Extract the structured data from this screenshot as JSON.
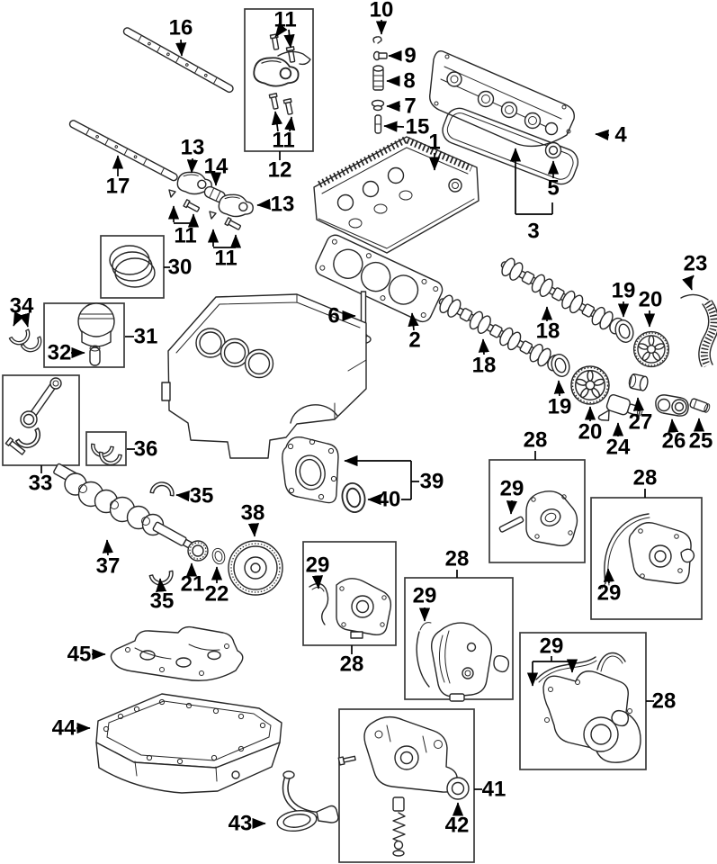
{
  "diagram": {
    "background": "#ffffff",
    "line_color": "#262626",
    "label_color": "#000000",
    "type": "exploded-parts-diagram"
  },
  "callouts": {
    "n16": "16",
    "n10": "10",
    "n11a": "11",
    "n9": "9",
    "n8": "8",
    "n7": "7",
    "n15": "15",
    "n17": "17",
    "n13a": "13",
    "n14": "14",
    "n11b": "11",
    "n12": "12",
    "n13b": "13",
    "n1": "1",
    "n4": "4",
    "n5": "5",
    "n3": "3",
    "n11c": "11",
    "n11d": "11",
    "n30": "30",
    "n23": "23",
    "n34": "34",
    "n19a": "19",
    "n20a": "20",
    "n31": "31",
    "n32": "32",
    "n6": "6",
    "n18a": "18",
    "n2": "2",
    "n18b": "18",
    "n36": "36",
    "n19b": "19",
    "n20b": "20",
    "n27": "27",
    "n24": "24",
    "n26": "26",
    "n25": "25",
    "n28a": "28",
    "n29a": "29",
    "n28b": "28",
    "n33": "33",
    "n35a": "35",
    "n39": "39",
    "n40": "40",
    "n38": "38",
    "n37": "37",
    "n29b": "29",
    "n28c": "28",
    "n29c": "29",
    "n35b": "35",
    "n21": "21",
    "n22": "22",
    "n29d": "29",
    "n29e": "29",
    "n45": "45",
    "n28d": "28",
    "n28e": "28",
    "n44": "44",
    "n41": "41",
    "n42": "42",
    "n43": "43"
  }
}
